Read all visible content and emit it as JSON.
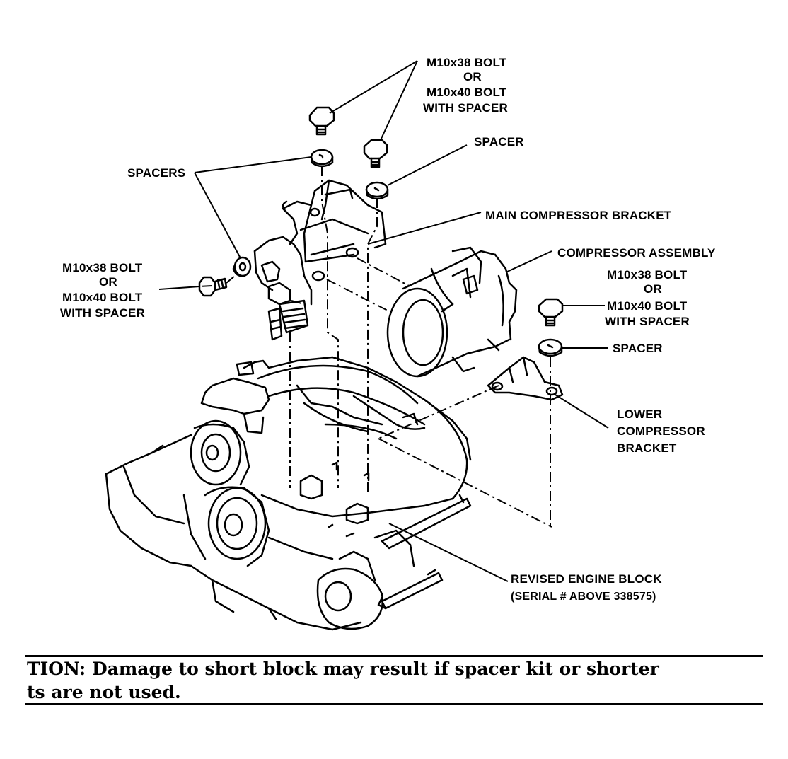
{
  "labels": {
    "top_bolt_1": "M10x38 BOLT",
    "top_bolt_2": "OR",
    "top_bolt_3": "M10x40 BOLT",
    "top_bolt_4": "WITH SPACER",
    "spacer_top": "SPACER",
    "spacers": "SPACERS",
    "main_bracket": "MAIN COMPRESSOR BRACKET",
    "compressor_assembly": "COMPRESSOR ASSEMBLY",
    "left_bolt_1": "M10x38 BOLT",
    "left_bolt_2": "OR",
    "left_bolt_3": "M10x40 BOLT",
    "left_bolt_4": "WITH SPACER",
    "right_bolt_1": "M10x38 BOLT",
    "right_bolt_2": "OR",
    "right_bolt_3": "M10x40 BOLT",
    "right_bolt_4": "WITH SPACER",
    "spacer_right": "SPACER",
    "lower_bracket_1": "LOWER",
    "lower_bracket_2": "COMPRESSOR",
    "lower_bracket_3": "BRACKET",
    "engine_block_1": "REVISED ENGINE BLOCK",
    "engine_block_2": "(SERIAL # ABOVE 338575)"
  },
  "caution": {
    "line1": "TION: Damage to short block may result if spacer kit or shorter",
    "line2": "ts are not used."
  }
}
